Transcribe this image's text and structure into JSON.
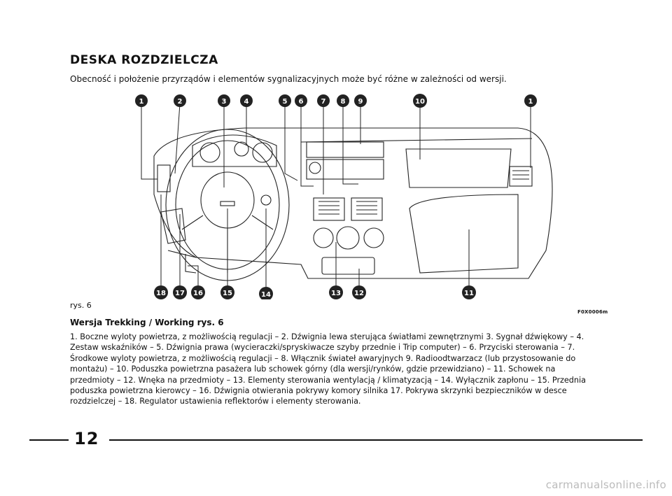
{
  "page": {
    "title": "DESKA ROZDZIELCZA",
    "subtitle": "Obecność i położenie przyrządów i elementów sygnalizacyjnych może być różne w zależności od wersji.",
    "figure_label": "rys. 6",
    "figure_code": "F0X0006m",
    "section_heading": "Wersja Trekking / Working rys. 6",
    "legend_text": "1. Boczne wyloty powietrza, z możliwością regulacji – 2. Dźwignia lewa sterująca światłami zewnętrznymi 3. Sygnał dźwiękowy – 4. Zestaw wskaźników – 5. Dźwignia prawa (wycieraczki/spryskiwacze szyby przednie i Trip computer) – 6. Przyciski sterowania – 7. Środkowe wyloty powietrza, z możliwością regulacji – 8. Włącznik świateł awaryjnych 9. Radioodtwarzacz (lub przystosowanie do montażu) – 10. Poduszka powietrzna pasażera lub schowek górny (dla wersji/rynków, gdzie przewidziano) – 11. Schowek na przedmioty – 12. Wnęka na przedmioty – 13. Elementy sterowania wentylacją / klimatyzacją – 14. Wyłącznik zapłonu – 15. Przednia poduszka powietrzna kierowcy – 16. Dźwignia otwierania pokrywy komory silnika  17. Pokrywa skrzynki bezpieczników w desce rozdzielczej – 18. Regulator ustawienia reflektorów i elementy sterowania.",
    "page_number": "12",
    "watermark": "carmanualsonline.info"
  },
  "figure": {
    "callouts_top": [
      "1",
      "2",
      "3",
      "4",
      "5",
      "6",
      "7",
      "8",
      "9",
      "10",
      "1"
    ],
    "callouts_bottom": [
      "18",
      "17",
      "16",
      "15",
      "14",
      "13",
      "12",
      "11"
    ],
    "line_color": "#222222"
  }
}
